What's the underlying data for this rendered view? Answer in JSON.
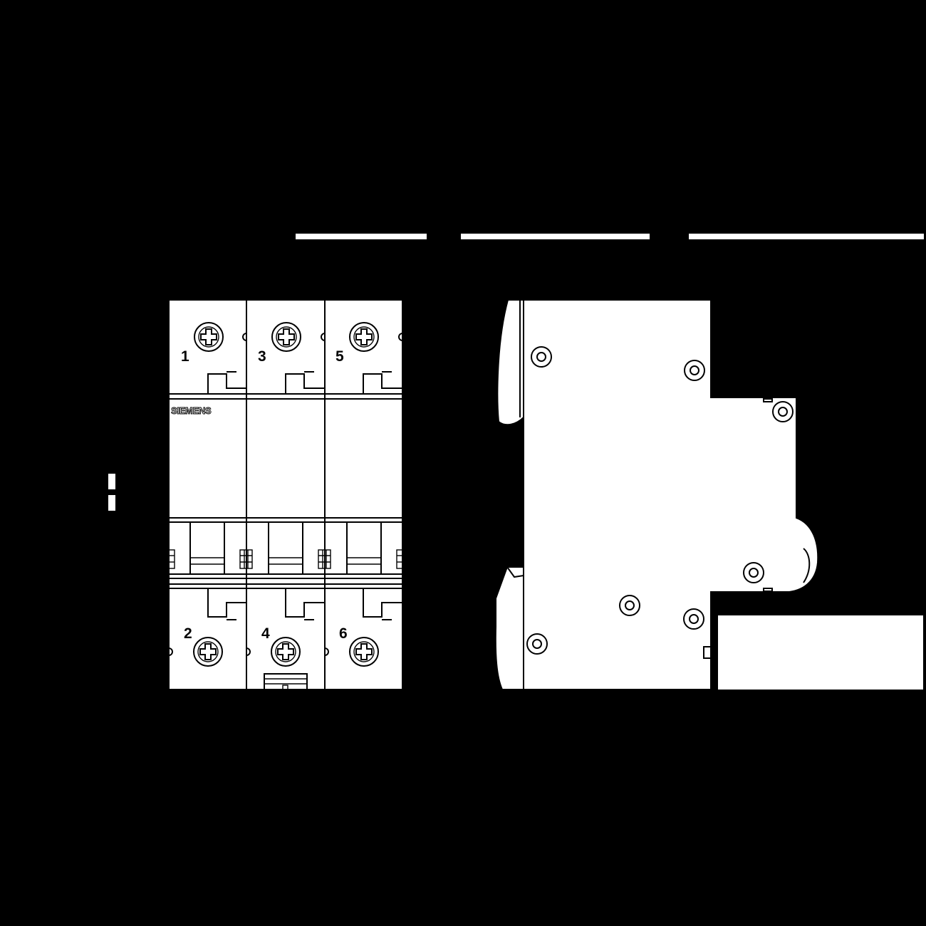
{
  "drawing": {
    "brand_label": "SIEMENS",
    "terminals_top": [
      "1",
      "3",
      "5"
    ],
    "terminals_bottom": [
      "2",
      "4",
      "6"
    ],
    "colors": {
      "background": "#000000",
      "part_fill": "#ffffff",
      "line": "#000000"
    }
  }
}
